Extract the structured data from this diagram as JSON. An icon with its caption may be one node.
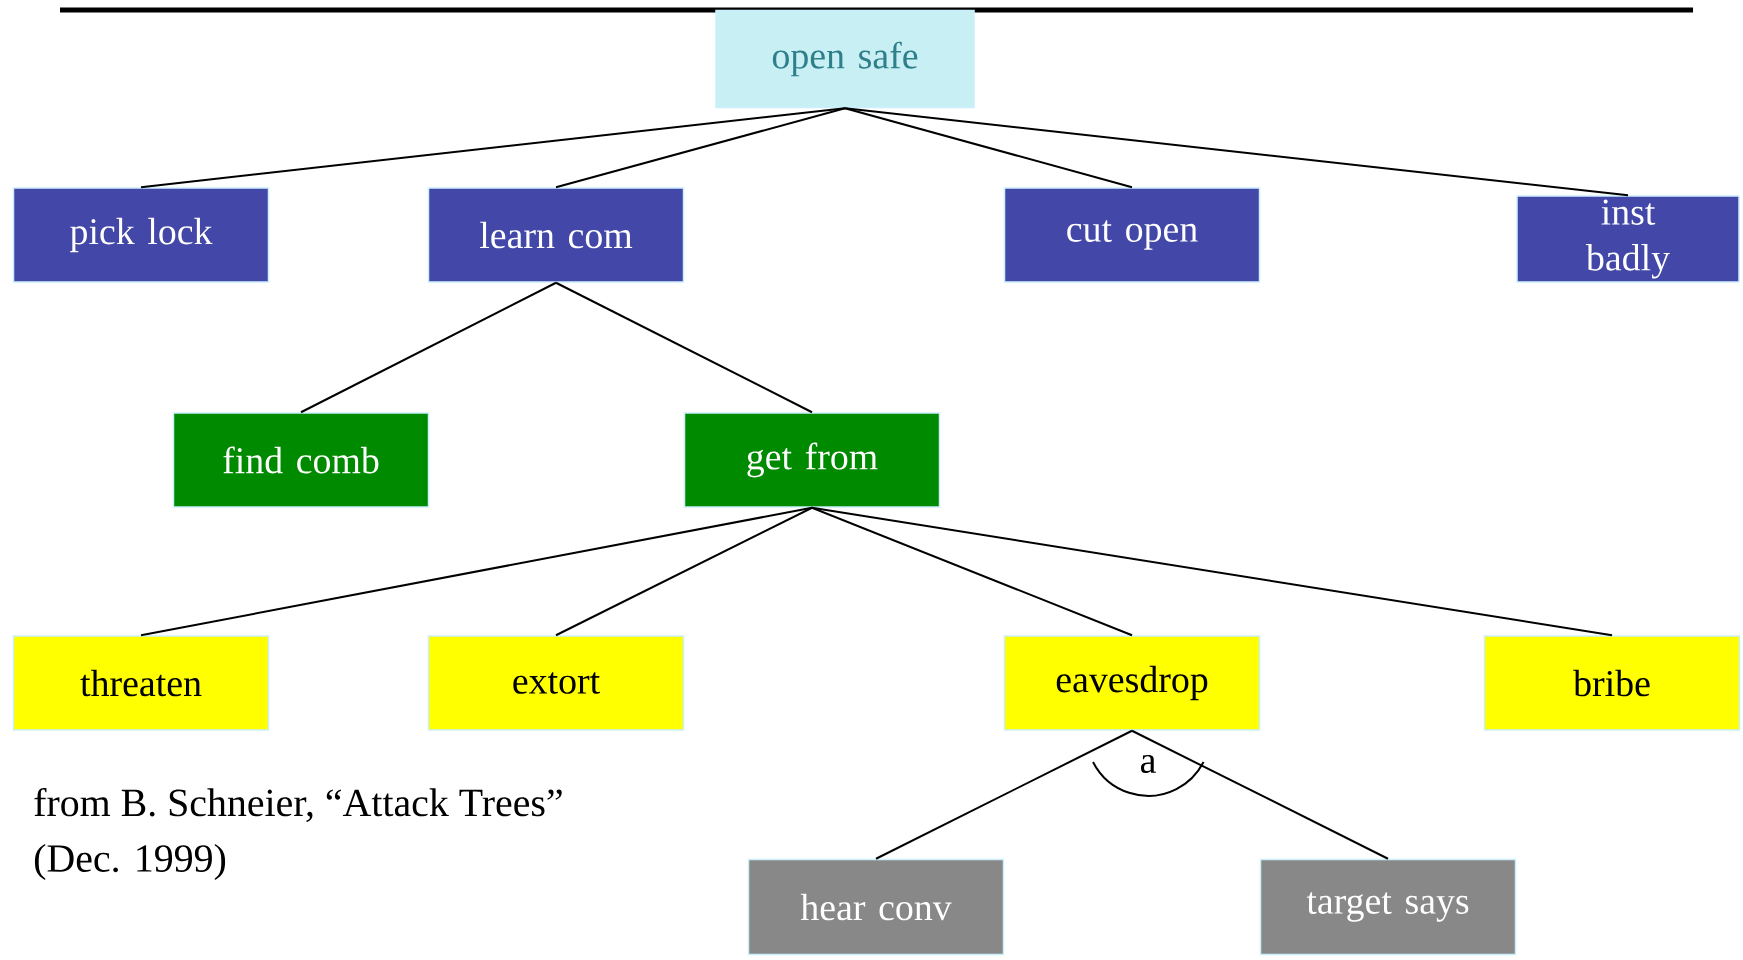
{
  "diagram": {
    "nodes": [
      {
        "text": [
          "open safe"
        ]
      },
      {
        "text": [
          "pick lock"
        ]
      },
      {
        "text": [
          "learn com"
        ]
      },
      {
        "text": [
          "cut open"
        ]
      },
      {
        "text": [
          "inst badly"
        ]
      },
      {
        "text": [
          "find comb"
        ]
      },
      {
        "text": [
          "get from"
        ]
      },
      {
        "text": [
          "threaten"
        ]
      },
      {
        "text": [
          "extort"
        ]
      },
      {
        "text": [
          "eavesdrop"
        ]
      },
      {
        "text": [
          "bribe"
        ]
      },
      {
        "text": [
          "hear conv"
        ]
      },
      {
        "text": [
          "target says"
        ]
      }
    ],
    "edges": [
      {
        "from": 0,
        "to": 1,
        "arrow": "none"
      },
      {
        "from": 0,
        "to": 2,
        "arrow": "none"
      },
      {
        "from": 0,
        "to": 3,
        "arrow": "none"
      },
      {
        "from": 0,
        "to": 4,
        "arrow": "none"
      },
      {
        "from": 2,
        "to": 5,
        "arrow": "none"
      },
      {
        "from": 2,
        "to": 6,
        "arrow": "none"
      },
      {
        "from": 6,
        "to": 7,
        "arrow": "none"
      },
      {
        "from": 6,
        "to": 8,
        "arrow": "none"
      },
      {
        "from": 6,
        "to": 9,
        "arrow": "none"
      },
      {
        "from": 6,
        "to": 10,
        "arrow": "none"
      },
      {
        "from": 9,
        "to": 11,
        "arrow": "none"
      },
      {
        "from": 9,
        "to": 12,
        "arrow": "none"
      }
    ],
    "labels": [
      "a",
      "from B. Schneier, “Attack Trees”",
      "(Dec. 1999)"
    ]
  }
}
